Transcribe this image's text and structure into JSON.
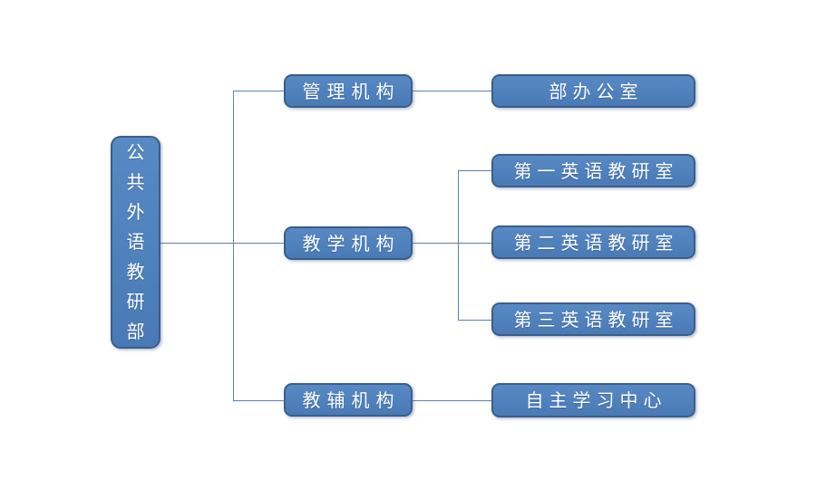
{
  "diagram": {
    "type": "org-chart",
    "root": {
      "label": "公共外语教研部"
    },
    "branches": [
      {
        "label": "管理机构",
        "children": [
          {
            "label": "部办公室"
          }
        ]
      },
      {
        "label": "教学机构",
        "children": [
          {
            "label": "第一英语教研室"
          },
          {
            "label": "第二英语教研室"
          },
          {
            "label": "第三英语教研室"
          }
        ]
      },
      {
        "label": "教辅机构",
        "children": [
          {
            "label": "自主学习中心"
          }
        ]
      }
    ],
    "colors": {
      "node_fill": "#4F81BD",
      "node_border": "#3A5E8C",
      "connector": "#5F7EA8",
      "text": "#FFFFFF",
      "background": "#FFFFFF"
    }
  }
}
